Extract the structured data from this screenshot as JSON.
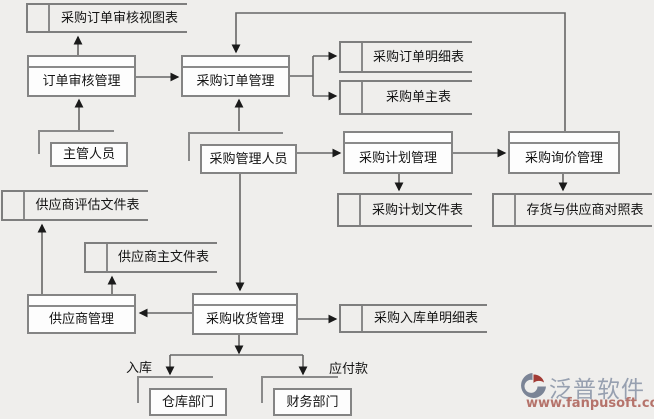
{
  "page": {
    "background": "#efeeec"
  },
  "diagram": {
    "processes": [
      {
        "id": "order-audit-mgmt",
        "label": "订单审核管理"
      },
      {
        "id": "purchase-order-mgmt",
        "label": "采购订单管理"
      },
      {
        "id": "purchase-plan-mgmt",
        "label": "采购计划管理"
      },
      {
        "id": "purchase-inquiry-mgmt",
        "label": "采购询价管理"
      },
      {
        "id": "supplier-mgmt",
        "label": "供应商管理"
      },
      {
        "id": "purchase-receiving-mgmt",
        "label": "采购收货管理"
      }
    ],
    "entities": [
      {
        "id": "supervisor",
        "label": "主管人员"
      },
      {
        "id": "purchase-staff",
        "label": "采购管理人员"
      },
      {
        "id": "warehouse-dept",
        "label": "仓库部门"
      },
      {
        "id": "finance-dept",
        "label": "财务部门"
      }
    ],
    "datastores": [
      {
        "id": "po-audit-view-table",
        "label": "采购订单审核视图表"
      },
      {
        "id": "po-detail-table",
        "label": "采购订单明细表"
      },
      {
        "id": "po-master-table",
        "label": "采购单主表"
      },
      {
        "id": "purchase-plan-file-table",
        "label": "采购计划文件表"
      },
      {
        "id": "inventory-supplier-map-table",
        "label": "存货与供应商对照表"
      },
      {
        "id": "supplier-eval-file-table",
        "label": "供应商评估文件表"
      },
      {
        "id": "supplier-master-file-table",
        "label": "供应商主文件表"
      },
      {
        "id": "purchase-inbound-detail-table",
        "label": "采购入库单明细表"
      }
    ],
    "flow_labels": [
      {
        "id": "inbound",
        "label": "入库"
      },
      {
        "id": "payable",
        "label": "应付款"
      }
    ]
  },
  "watermark": {
    "brand": "泛普软件",
    "url": "www.fanpusoft.com",
    "brand_color": "#97a0b0",
    "url_color": "#b5736b"
  },
  "colors": {
    "line": "#666666",
    "arrowhead": "#1a1a1a",
    "box_border": "#848484",
    "box_fill": "#fdfdfd",
    "text": "#141414"
  }
}
